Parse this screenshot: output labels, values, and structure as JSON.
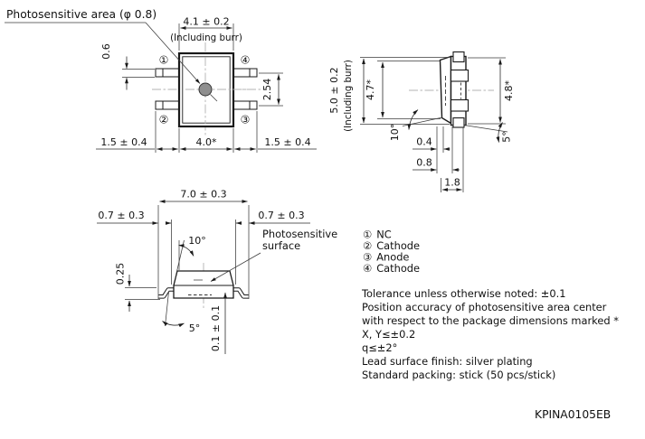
{
  "doc_code": "KPINA0105EB",
  "colors": {
    "line": "#1a1a1a",
    "centerline": "#b3b3b3",
    "photosensitive_fill": "#8f8f8f"
  },
  "top_view": {
    "photosensitive_label": "Photosensitive area (φ 0.8)",
    "dim_width_top": "4.1 ± 0.2",
    "including_burr": "(Including burr)",
    "dim_lead_thickness": "0.6",
    "dim_lead_pitch": "2.54",
    "dim_lead_left": "1.5 ± 0.4",
    "dim_body_width": "4.0*",
    "dim_lead_right": "1.5 ± 0.4",
    "pin_1": "①",
    "pin_2": "②",
    "pin_3": "③",
    "pin_4": "④"
  },
  "side_view": {
    "dim_height_overall": "5.0 ± 0.2",
    "including_burr": "(Including burr)",
    "dim_height_body": "4.7*",
    "dim_height_lead": "4.8*",
    "angle_draft": "10°",
    "angle_lead": "5°",
    "dim_step": "0.4",
    "dim_offset": "0.8",
    "dim_thickness": "1.8"
  },
  "front_view": {
    "dim_width_overall": "7.0 ± 0.3",
    "dim_lead_left": "0.7 ± 0.3",
    "dim_lead_right": "0.7 ± 0.3",
    "angle_draft": "10°",
    "angle_lead": "5°",
    "dim_standoff": "0.25",
    "dim_seating": "0.1 ± 0.1",
    "surface_label_line1": "Photosensitive",
    "surface_label_line2": "surface"
  },
  "legend": {
    "items": [
      {
        "pin": "①",
        "label": "NC"
      },
      {
        "pin": "②",
        "label": "Cathode"
      },
      {
        "pin": "③",
        "label": "Anode"
      },
      {
        "pin": "④",
        "label": "Cathode"
      }
    ]
  },
  "notes": {
    "lines": [
      "Tolerance unless otherwise noted: ±0.1",
      "Position accuracy of photosensitive area center",
      "with respect to the package dimensions marked *",
      "X, Y≤±0.2",
      "q≤±2°",
      "Lead surface finish: silver plating",
      "Standard packing: stick (50 pcs/stick)"
    ]
  }
}
